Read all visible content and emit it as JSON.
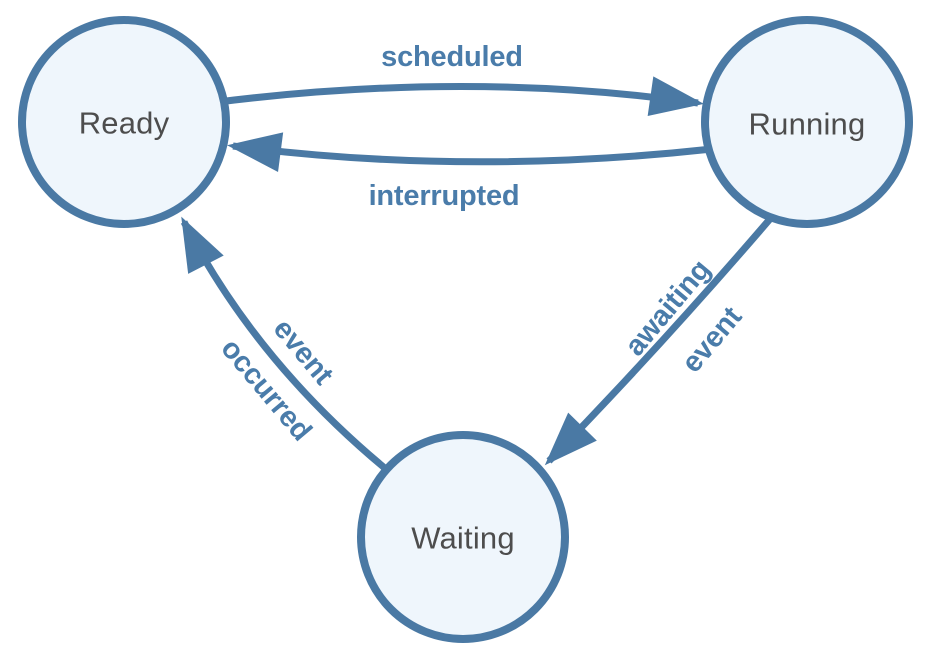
{
  "diagram": {
    "type": "state-machine",
    "colors": {
      "edge_stroke": "#4a79a4",
      "node_stroke": "#4a79a4",
      "node_fill": "#eff6fc",
      "node_text": "#4d4d4d",
      "edge_text": "#4a7caa",
      "background": "#ffffff"
    },
    "nodes": [
      {
        "id": "ready",
        "label": "Ready"
      },
      {
        "id": "running",
        "label": "Running"
      },
      {
        "id": "waiting",
        "label": "Waiting"
      }
    ],
    "edges": [
      {
        "from": "ready",
        "to": "running",
        "label": "scheduled"
      },
      {
        "from": "running",
        "to": "ready",
        "label": "interrupted"
      },
      {
        "from": "running",
        "to": "waiting",
        "label": "awaiting event",
        "label_lines": [
          "awaiting",
          "event"
        ]
      },
      {
        "from": "waiting",
        "to": "ready",
        "label": "event occurred",
        "label_lines": [
          "event",
          "occurred"
        ]
      }
    ]
  }
}
